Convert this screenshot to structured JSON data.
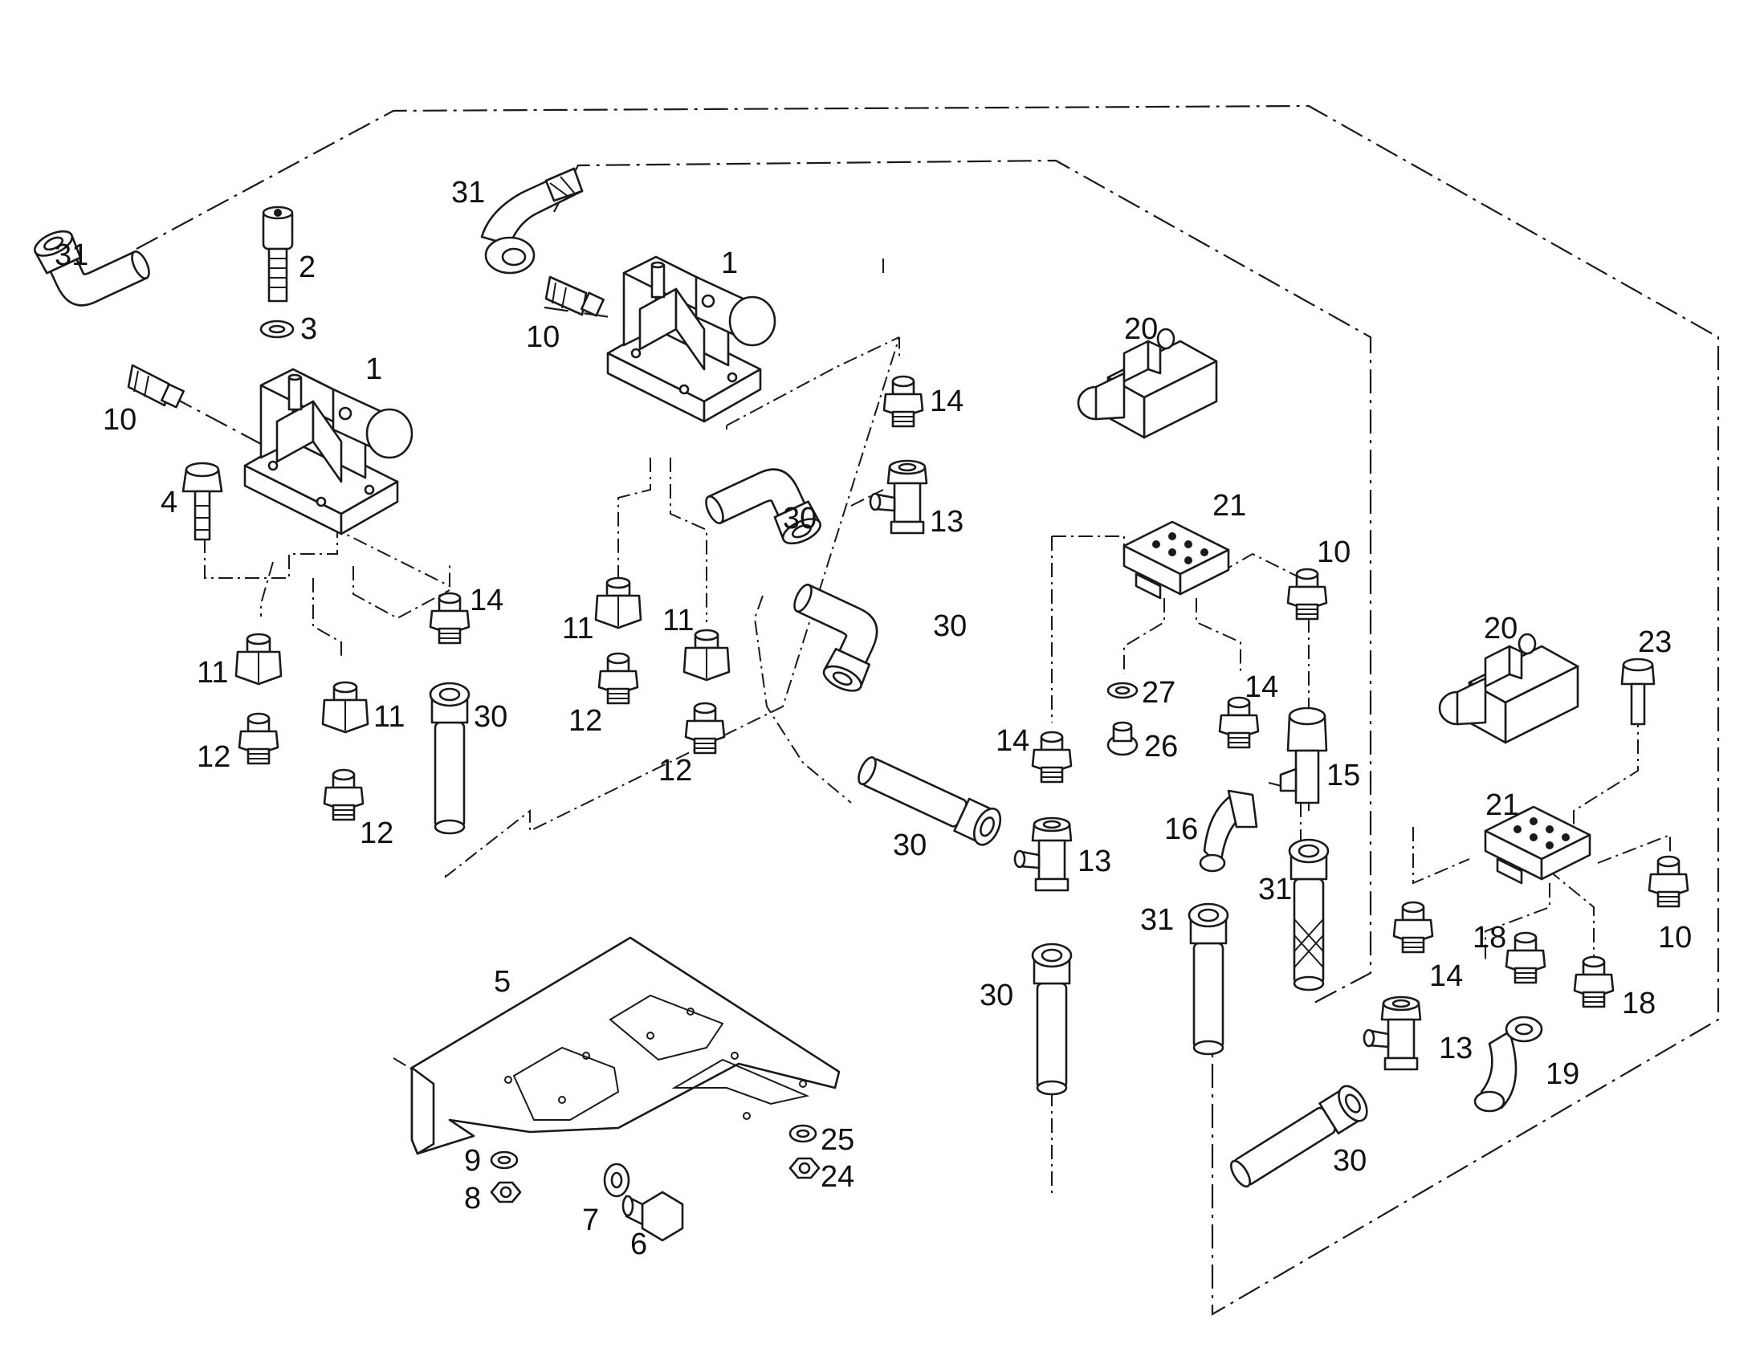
{
  "callouts": [
    {
      "text": "31"
    },
    {
      "text": "2"
    },
    {
      "text": "3"
    },
    {
      "text": "1"
    },
    {
      "text": "10"
    },
    {
      "text": "4"
    },
    {
      "text": "14"
    },
    {
      "text": "11"
    },
    {
      "text": "11"
    },
    {
      "text": "12"
    },
    {
      "text": "12"
    },
    {
      "text": "30"
    },
    {
      "text": "31"
    },
    {
      "text": "1"
    },
    {
      "text": "10"
    },
    {
      "text": "14"
    },
    {
      "text": "30"
    },
    {
      "text": "13"
    },
    {
      "text": "11"
    },
    {
      "text": "11"
    },
    {
      "text": "12"
    },
    {
      "text": "12"
    },
    {
      "text": "30"
    },
    {
      "text": "20"
    },
    {
      "text": "21"
    },
    {
      "text": "10"
    },
    {
      "text": "27"
    },
    {
      "text": "26"
    },
    {
      "text": "14"
    },
    {
      "text": "14"
    },
    {
      "text": "15"
    },
    {
      "text": "16"
    },
    {
      "text": "13"
    },
    {
      "text": "30"
    },
    {
      "text": "31"
    },
    {
      "text": "31"
    },
    {
      "text": "30"
    },
    {
      "text": "20"
    },
    {
      "text": "23"
    },
    {
      "text": "21"
    },
    {
      "text": "10"
    },
    {
      "text": "14"
    },
    {
      "text": "18"
    },
    {
      "text": "18"
    },
    {
      "text": "13"
    },
    {
      "text": "19"
    },
    {
      "text": "30"
    },
    {
      "text": "5"
    },
    {
      "text": "9"
    },
    {
      "text": "8"
    },
    {
      "text": "7"
    },
    {
      "text": "6"
    },
    {
      "text": "25"
    },
    {
      "text": "24"
    }
  ]
}
